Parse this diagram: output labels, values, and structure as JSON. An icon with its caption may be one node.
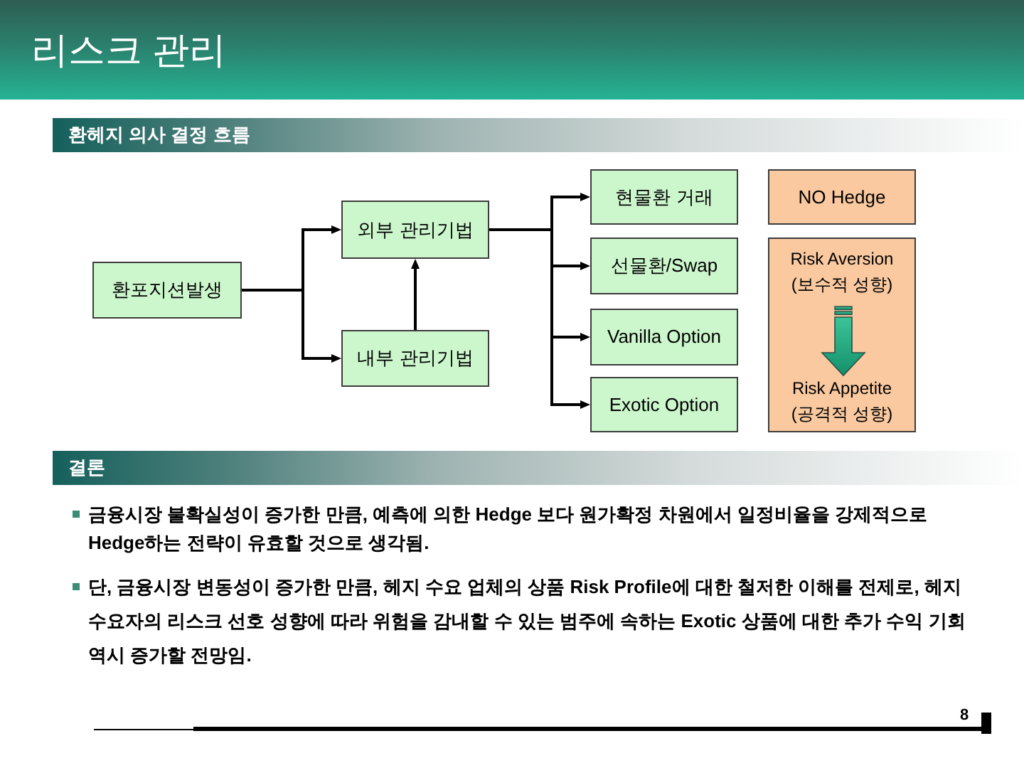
{
  "diagram": {
    "title": "리스크 관리",
    "nodes": [
      {
        "text": [
          "환헤지 의사 결정 흐름"
        ]
      },
      {
        "text": [
          "환포지션발생"
        ]
      },
      {
        "text": [
          "외부 관리기법"
        ]
      },
      {
        "text": [
          "내부 관리기법"
        ]
      },
      {
        "text": [
          "현물환 거래"
        ]
      },
      {
        "text": [
          "선물환/Swap"
        ]
      },
      {
        "text": [
          "Vanilla Option"
        ]
      },
      {
        "text": [
          "Exotic Option"
        ]
      },
      {
        "text": [
          "NO Hedge"
        ]
      },
      {
        "text": [
          "Risk Aversion (보수적 성향)",
          "Risk Appetite (공격적 성향)"
        ]
      },
      {
        "text": [
          "결론"
        ]
      }
    ],
    "edges": [
      {
        "from": 1,
        "to": 2,
        "arrow": "to"
      },
      {
        "from": 1,
        "to": 3,
        "arrow": "to"
      },
      {
        "from": 3,
        "to": 2,
        "arrow": "to"
      },
      {
        "from": 2,
        "to": 4,
        "arrow": "to"
      },
      {
        "from": 2,
        "to": 5,
        "arrow": "to"
      },
      {
        "from": 2,
        "to": 6,
        "arrow": "to"
      },
      {
        "from": 2,
        "to": 7,
        "arrow": "to"
      }
    ],
    "labels": [
      "금융시장 불확실성이 증가한 만큼, 예측에 의한 Hedge 보다 원가확정 차원에서 일정비율을 강제적으로 Hedge하는 전략이 유효할 것으로 생각됨.",
      "단, 금융시장 변동성이 증가한 만큼, 헤지 수요 업체의 상품 Risk Profile에 대한 철저한 이해를 전제로, 헤지 수요자의 리스크 선호 성향에 따라 위험을 감내할 수 있는 범주에 속하는 Exotic 상품에 대한 추가 수익 기회 역시 증가할 전망임.",
      "8"
    ]
  }
}
